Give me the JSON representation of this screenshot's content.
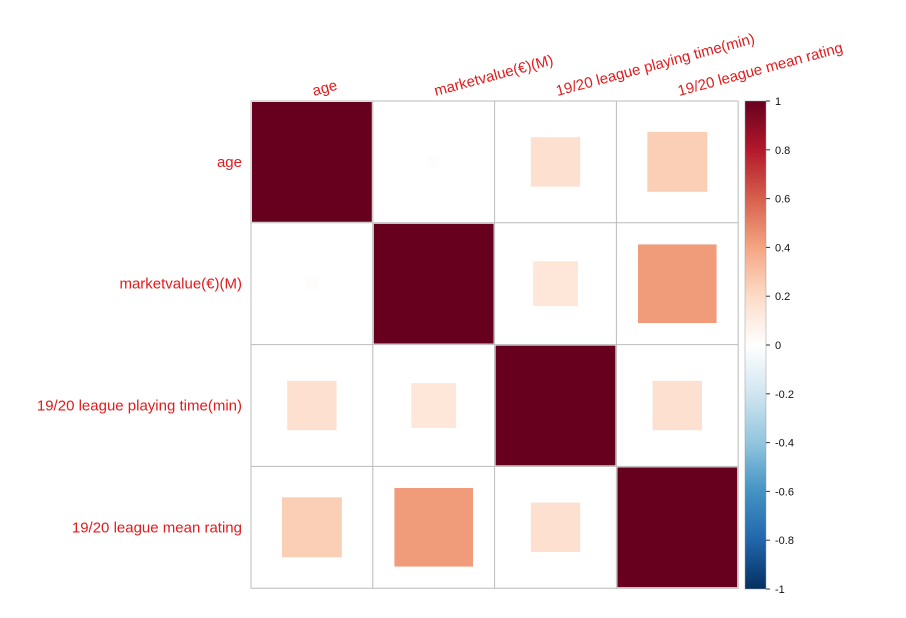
{
  "chart_data": {
    "type": "heatmap",
    "style": "correlation-matrix (corrplot square method)",
    "variables": [
      "age",
      "marketvalue(€)(M)",
      "19/20 league playing time(min)",
      "19/20 league mean rating"
    ],
    "matrix": [
      [
        1.0,
        0.01,
        0.17,
        0.25
      ],
      [
        0.01,
        1.0,
        0.14,
        0.43
      ],
      [
        0.17,
        0.14,
        1.0,
        0.17
      ],
      [
        0.25,
        0.43,
        0.17,
        1.0
      ]
    ],
    "colorbar": {
      "range": [
        -1,
        1
      ],
      "ticks": [
        "1",
        "0.8",
        "0.6",
        "0.4",
        "0.2",
        "0",
        "-0.2",
        "-0.4",
        "-0.6",
        "-0.8",
        "-1"
      ],
      "colors": [
        "#67001F",
        "#B2182B",
        "#D6604D",
        "#F4A582",
        "#FDDBC7",
        "#FFFFFF",
        "#D1E5F0",
        "#92C5DE",
        "#4393C3",
        "#2166AC",
        "#053061"
      ]
    },
    "label_color": "#e31a1c",
    "grid_color": "#bbbbbb",
    "grid": true
  }
}
